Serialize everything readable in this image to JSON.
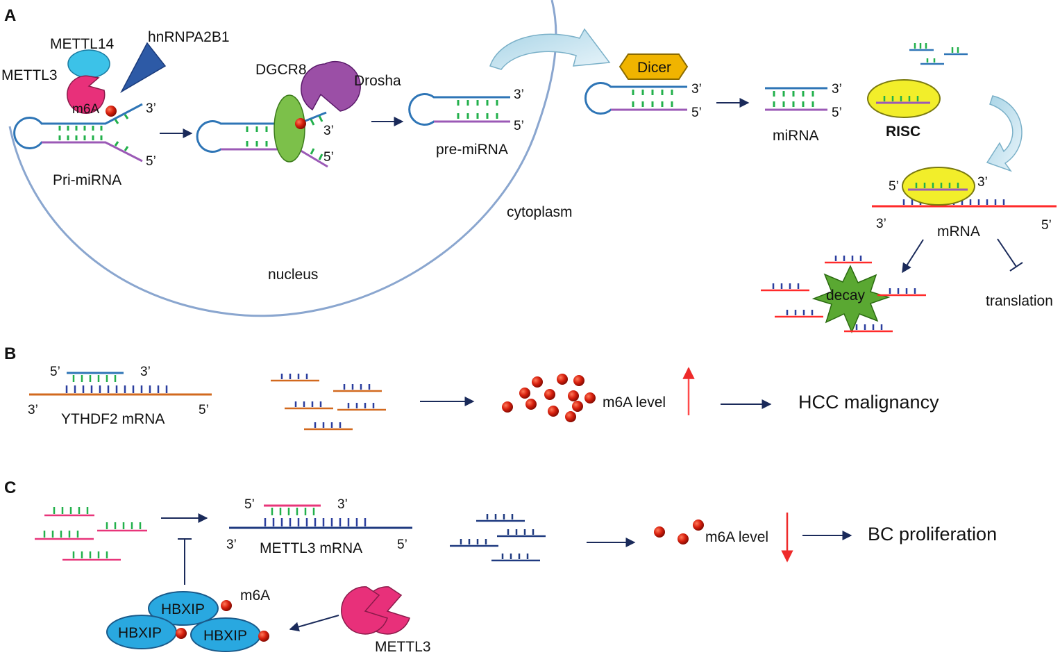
{
  "colors": {
    "strand_blue": "#2e75b6",
    "strand_purple": "#9b59b6",
    "base_green": "#22b04b",
    "mrna_red": "#ff2a2a",
    "mrna_orange": "#d2691e",
    "mrna_navy": "#1f3a80",
    "mirna_pink": "#e8357a",
    "m6a_red": "#c8190a",
    "membrane": "#8aa6cf",
    "hbxip_blue": "#29a8e0",
    "mettl3_pink": "#e8307a",
    "mettl14_cyan": "#3cc2e8",
    "dicer_gold": "#f0b400",
    "risc_yellow": "#f2ee2a",
    "drosha_purple": "#9b4fa6",
    "dgcr8_green": "#7cc04a",
    "hnrnp_blue": "#2d5aa6",
    "decay_green": "#5aa832",
    "up_arrow_red": "#ff4a4a",
    "down_arrow_red": "#ee2a2a"
  },
  "panels": {
    "a": "A",
    "b": "B",
    "c": "C"
  },
  "panel_a": {
    "mettl14": "METTL14",
    "mettl3": "METTL3",
    "hnrnpa2b1": "hnRNPA2B1",
    "m6a": "m6A",
    "pri_mirna": "Pri-miRNA",
    "dgcr8": "DGCR8",
    "drosha": "Drosha",
    "pre_mirna": "pre-miRNA",
    "dicer": "Dicer",
    "mirna": "miRNA",
    "risc": "RISC",
    "mrna": "mRNA",
    "nucleus": "nucleus",
    "cytoplasm": "cytoplasm",
    "decay": "decay",
    "translation": "translation",
    "end3": "3’",
    "end5": "5’"
  },
  "panel_b": {
    "mrna": "YTHDF2  mRNA",
    "m6a_level": "m6A level",
    "outcome": "HCC malignancy",
    "m6a_trend": "up"
  },
  "panel_c": {
    "mrna": "METTL3  mRNA",
    "m6a_level": "m6A level",
    "outcome": "BC proliferation",
    "hbxip": "HBXIP",
    "m6a": "m6A",
    "mettl3": "METTL3",
    "m6a_trend": "down"
  }
}
